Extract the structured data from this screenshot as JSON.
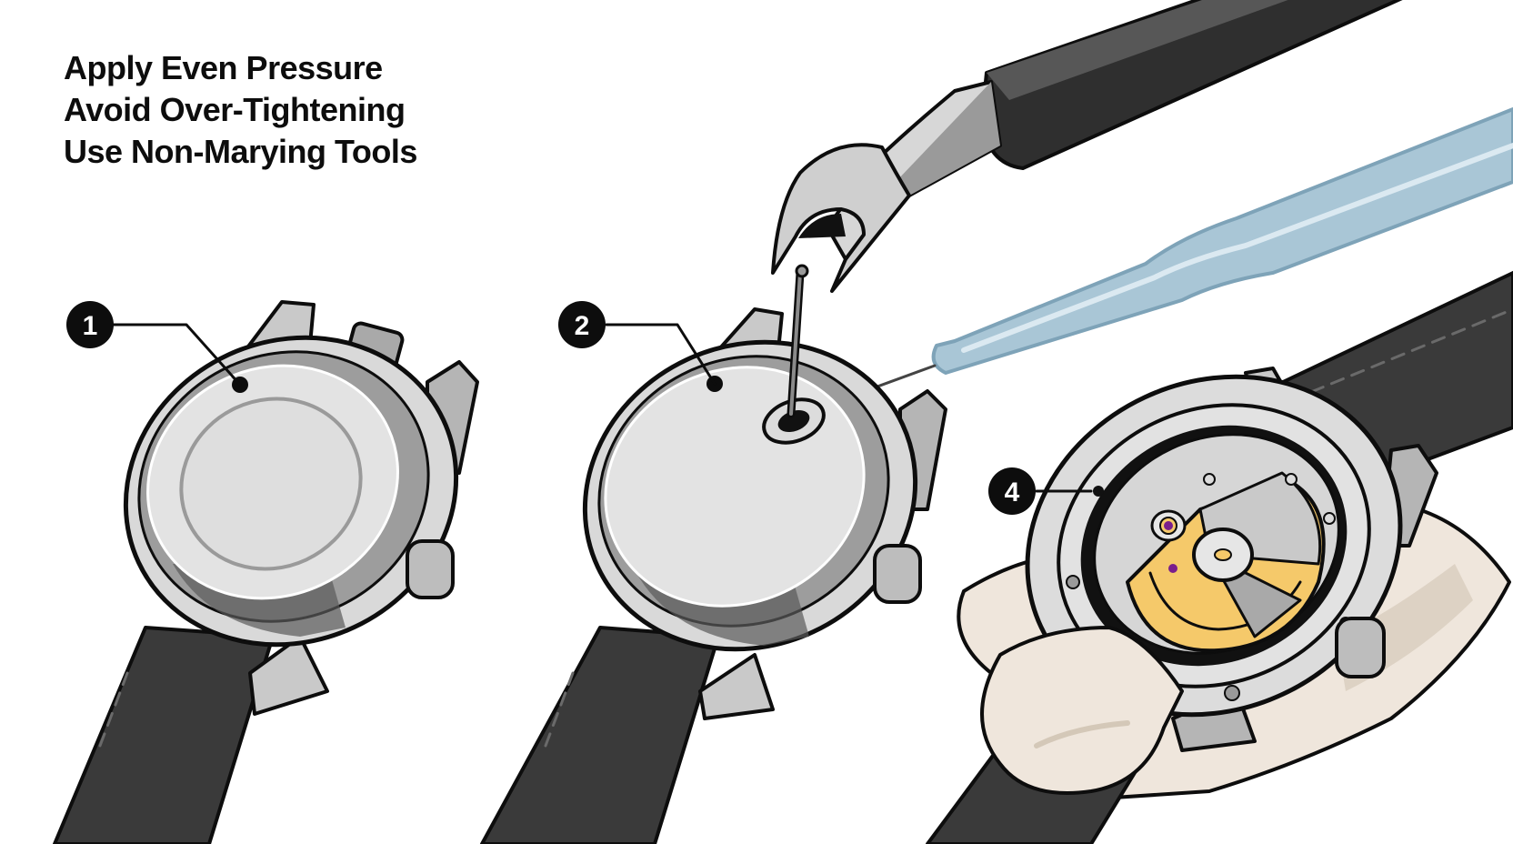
{
  "tips": [
    "Apply Even Pressure",
    "Avoid Over-Tightening",
    "Use Non-Marying Tools"
  ],
  "steps": [
    {
      "number": "1",
      "label": "closed-caseback"
    },
    {
      "number": "2",
      "label": "caseback-with-tool"
    },
    {
      "number": "4",
      "label": "open-movement-on-cloth"
    }
  ],
  "colors": {
    "outline": "#0d0d0d",
    "steel_light": "#e2e2e2",
    "steel_mid": "#a9a9a9",
    "steel_dark": "#5a5a5a",
    "strap": "#3a3a3a",
    "handle": "#2f2f2f",
    "dropper": "#a9c6d6",
    "rotor_gold": "#f5c96a",
    "jewel": "#7a1e8c",
    "cloth": "#efe6dc",
    "cloth_shadow": "#ddd2c4"
  }
}
